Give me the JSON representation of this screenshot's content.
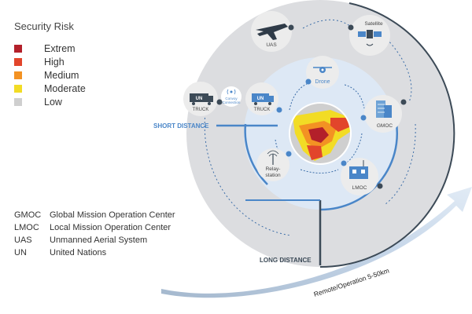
{
  "legend": {
    "title": "Security Risk",
    "items": [
      {
        "label": "Extrem",
        "color": "#b3202a"
      },
      {
        "label": "High",
        "color": "#e2452b"
      },
      {
        "label": "Medium",
        "color": "#f39223"
      },
      {
        "label": "Moderate",
        "color": "#f2dc25"
      },
      {
        "label": "Low",
        "color": "#cfcfcf"
      }
    ]
  },
  "abbreviations": [
    {
      "key": "GMOC",
      "value": "Global Mission Operation Center"
    },
    {
      "key": "LMOC",
      "value": "Local Mission Operation Center"
    },
    {
      "key": "UAS",
      "value": "Unmanned Aerial System"
    },
    {
      "key": "UN",
      "value": "United Nations"
    }
  ],
  "nodes": {
    "uas": {
      "label": "UAS",
      "icon": "airplane-icon"
    },
    "satellite": {
      "label": "Satellite",
      "icon": "satellite-icon"
    },
    "truck_outer": {
      "label": "TRUCK",
      "badge": "UN",
      "icon": "truck-icon"
    },
    "truck_inner": {
      "label": "TRUCK",
      "badge": "UN",
      "icon": "truck-icon"
    },
    "convoy": {
      "label_line1": "Convoy",
      "label_line2": "Connection",
      "icon": "signal-icon"
    },
    "drone": {
      "label": "Drone",
      "icon": "drone-icon"
    },
    "gmoc": {
      "label": "GMOC",
      "icon": "building-icon"
    },
    "relay": {
      "label_line1": "Relay-",
      "label_line2": "station",
      "icon": "antenna-icon"
    },
    "lmoc": {
      "label": "LMOC",
      "icon": "container-icon"
    }
  },
  "labels": {
    "short_distance": "SHORT DISTANCE",
    "long_distance": "LONG DISTANCE",
    "remote": "Remote/Operation 5-50km"
  },
  "colors": {
    "accent_blue": "#4a86c8",
    "dark_line": "#3c4a57",
    "outer_ring": "#dcdde0",
    "inner_ring": "#dce7f4",
    "node_bg": "#ececec"
  }
}
